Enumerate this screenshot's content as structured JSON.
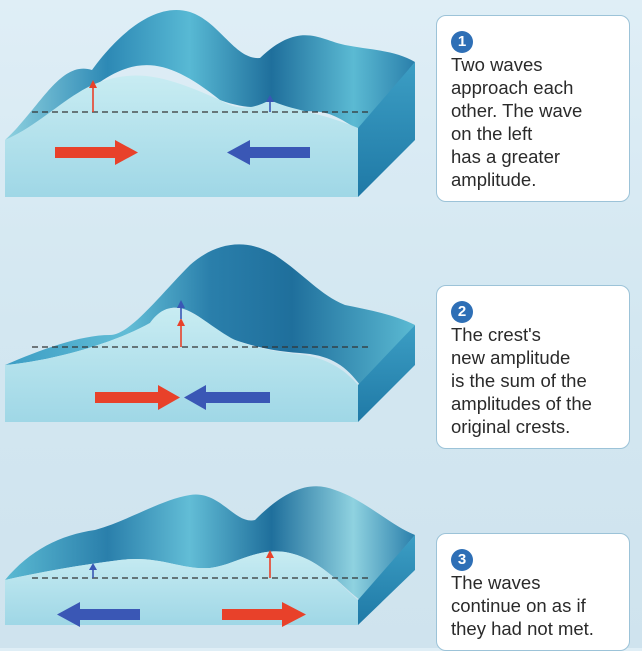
{
  "colors": {
    "background": "#d7eaf3",
    "water_light": "#bfe6ef",
    "water_mid": "#4eb0d0",
    "water_dark": "#1f6f9c",
    "arrow_red": "#e8412a",
    "arrow_blue": "#3a57b5",
    "step_badge": "#2e6fb6",
    "callout_border": "#9cc3d8"
  },
  "icons": {
    "wave_block": "3d-water-wave-cross-section",
    "rightward_arrow": "red-arrow-right",
    "leftward_arrow": "blue-arrow-left",
    "amplitude_marker": "small-up-arrow"
  },
  "steps": [
    {
      "number": "1",
      "lines": [
        "Two waves",
        "approach each",
        "other. The wave",
        "on the left",
        "has a greater",
        "amplitude."
      ]
    },
    {
      "number": "2",
      "lines": [
        "The crest's",
        "new amplitude",
        "is the sum of the",
        "amplitudes of the",
        "original crests."
      ]
    },
    {
      "number": "3",
      "lines": [
        "The waves",
        "continue on as if",
        "they had not met."
      ]
    }
  ]
}
